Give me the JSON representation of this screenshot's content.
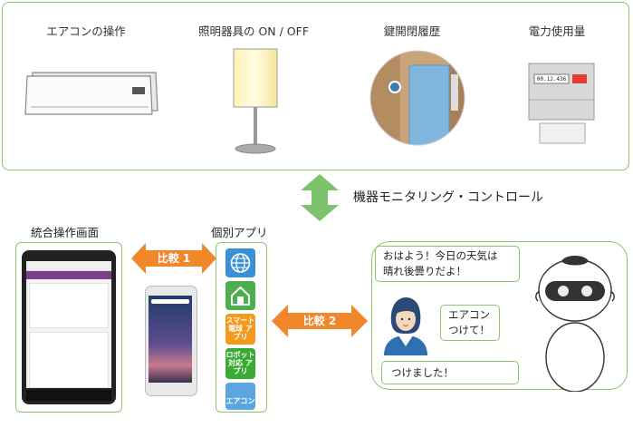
{
  "devices": {
    "aircon_label": "エアコンの操作",
    "lighting_label": "照明器具の ON / OFF",
    "lock_label": "鍵開閉履歴",
    "power_label": "電力使用量",
    "meter_reading": "00.12.436"
  },
  "connector": {
    "label": "機器モニタリング・コントロール"
  },
  "integrated": {
    "label": "統合操作画面"
  },
  "individual": {
    "label": "個別アプリ",
    "apps": [
      {
        "label": "",
        "icon": "globe-icon",
        "color": "#3a8fd6"
      },
      {
        "label": "",
        "icon": "home-icon",
        "color": "#4cae4c"
      },
      {
        "label": "スマート 電球 アプリ",
        "icon": "",
        "color": "#f39a1e"
      },
      {
        "label": "ロボット 対応 アプリ",
        "icon": "",
        "color": "#3aaa35"
      },
      {
        "label": "エアコン",
        "icon": "",
        "color": "#5aa6e0"
      }
    ]
  },
  "comparisons": {
    "one": "比較 1",
    "two": "比較 2"
  },
  "robot": {
    "greeting_line1": "おはよう！今日の天気は",
    "greeting_line2": "晴れ後曇りだよ！",
    "reply": "つけました！"
  },
  "person": {
    "request_line1": "エアコン",
    "request_line2": "つけて！"
  },
  "colors": {
    "accent_green": "#8cc56b",
    "orange": "#f0872a",
    "arrow_green": "#7dc36b",
    "purple": "#7b3f8c"
  }
}
